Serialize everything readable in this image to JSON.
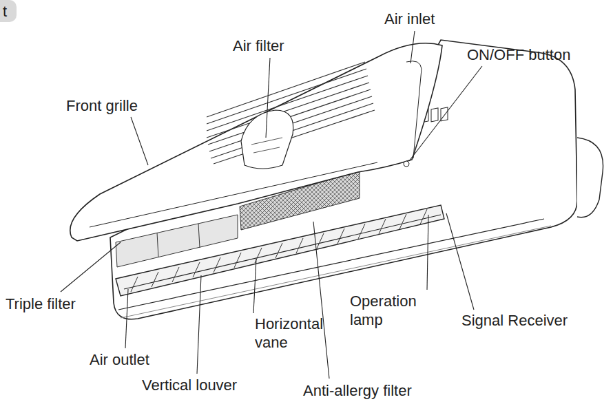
{
  "diagram": {
    "labels": [
      "t",
      "Air inlet",
      "Air filter",
      "ON/OFF button",
      "Front grille",
      "Triple filter",
      "Horizontal vane",
      "Operation lamp",
      "Signal Receiver",
      "Air outlet",
      "Vertical louver",
      "Anti-allergy filter"
    ]
  }
}
